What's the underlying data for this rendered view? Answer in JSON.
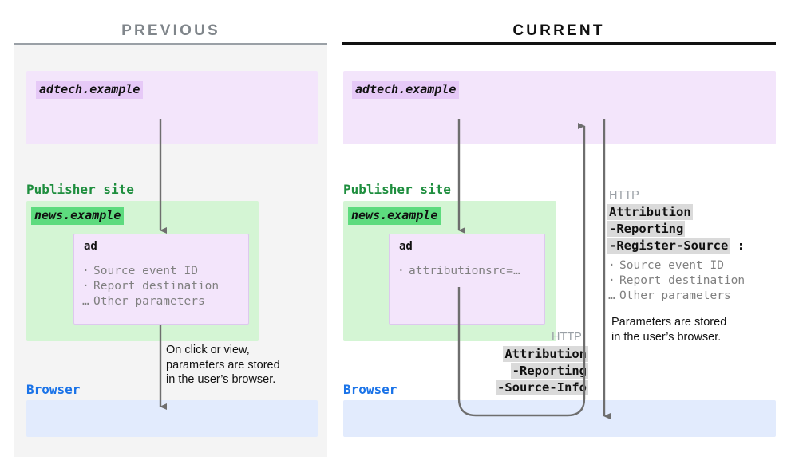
{
  "columns": {
    "previous": {
      "title": "PREVIOUS",
      "adtech_domain": "adtech.example",
      "publisher_label": "Publisher site",
      "publisher_domain": "news.example",
      "ad_title": "ad",
      "ad_params": [
        "Source event ID",
        "Report destination",
        "Other parameters"
      ],
      "ad_bullets": [
        "·",
        "·",
        "…"
      ],
      "browser_label": "Browser",
      "note": "On click or view,\nparameters are stored\nin the user’s browser."
    },
    "current": {
      "title": "CURRENT",
      "adtech_domain": "adtech.example",
      "publisher_label": "Publisher site",
      "publisher_domain": "news.example",
      "ad_title": "ad",
      "ad_params": [
        "attributionsrc=…"
      ],
      "ad_bullets": [
        "·"
      ],
      "browser_label": "Browser",
      "note": "Parameters are stored\nin the user’s browser.",
      "http_response": {
        "kicker": "HTTP",
        "tokens": [
          "Attribution",
          "-Reporting",
          "-Register-Source"
        ],
        "suffix": ":",
        "params": [
          "Source event ID",
          "Report destination",
          "Other parameters"
        ],
        "bullets": [
          "·",
          "·",
          "…"
        ]
      },
      "http_request": {
        "kicker": "HTTP",
        "tokens": [
          "Attribution",
          "-Reporting",
          "-Source-Info"
        ]
      }
    }
  },
  "colors": {
    "panel_bg": "#f4f4f4",
    "adtech_purple": "#f3e5fb",
    "chip_purple": "#e6c9f7",
    "publisher_green": "#d4f5d4",
    "chip_green": "#5ddb7e",
    "browser_blue": "#e2ebfd",
    "label_green": "#1e8e3e",
    "label_blue": "#1a73e8",
    "arrow_gray": "#6e6e6e",
    "token_highlight": "#dadada",
    "title_prev_gray": "#80868b",
    "title_curr_black": "#111111",
    "muted_text": "#808080"
  }
}
